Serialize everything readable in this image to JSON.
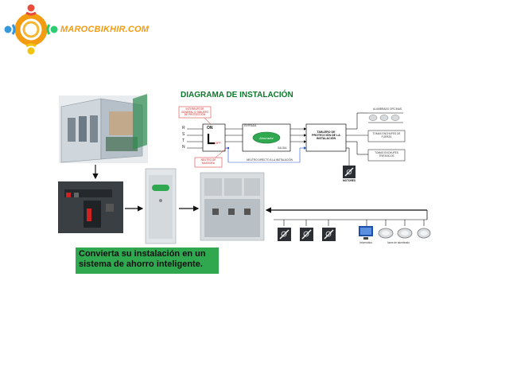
{
  "logo": {
    "text": "MAROCBIKHIR.COM"
  },
  "diagram": {
    "title": "DIAGRAMA DE INSTALACIÓN",
    "labels": {
      "interruptor": "INTERRUPTOR GENERAL O TABLERO DE PROTECCIÓN",
      "on": "ON",
      "off": "OFF",
      "neutro_masa": "NEUTRO DE MASSORA",
      "neutro_directo": "NEUTRO DIRECTO A LA INSTALACIÓN",
      "entrada": "ENTRADA",
      "salida": "SALIDA",
      "tablero": "TABLERO DE PROTECCIÓN DE LA INSTALACIÓN",
      "alumbrado": "ALUMBRADO OFICINAS",
      "tomas_fuerza": "TOMAS ENCHUFES DE FUERZA",
      "tomas_trifasicas": "TOMAS ENCHUFES TRIFÁSICOS",
      "motores": "MOTORES",
      "informatica": "informática",
      "luces": "luces de alumbrado"
    },
    "phases": [
      "R",
      "S",
      "T",
      "N"
    ],
    "promo_line1": "Convierta su instalación en un",
    "promo_line2": "sistema de ahorro inteligente."
  },
  "colors": {
    "title": "#0a7a2a",
    "accent_green": "#2fa84f",
    "red": "#d12020",
    "blue": "#2255cc",
    "logo_orange": "#f39c12"
  }
}
